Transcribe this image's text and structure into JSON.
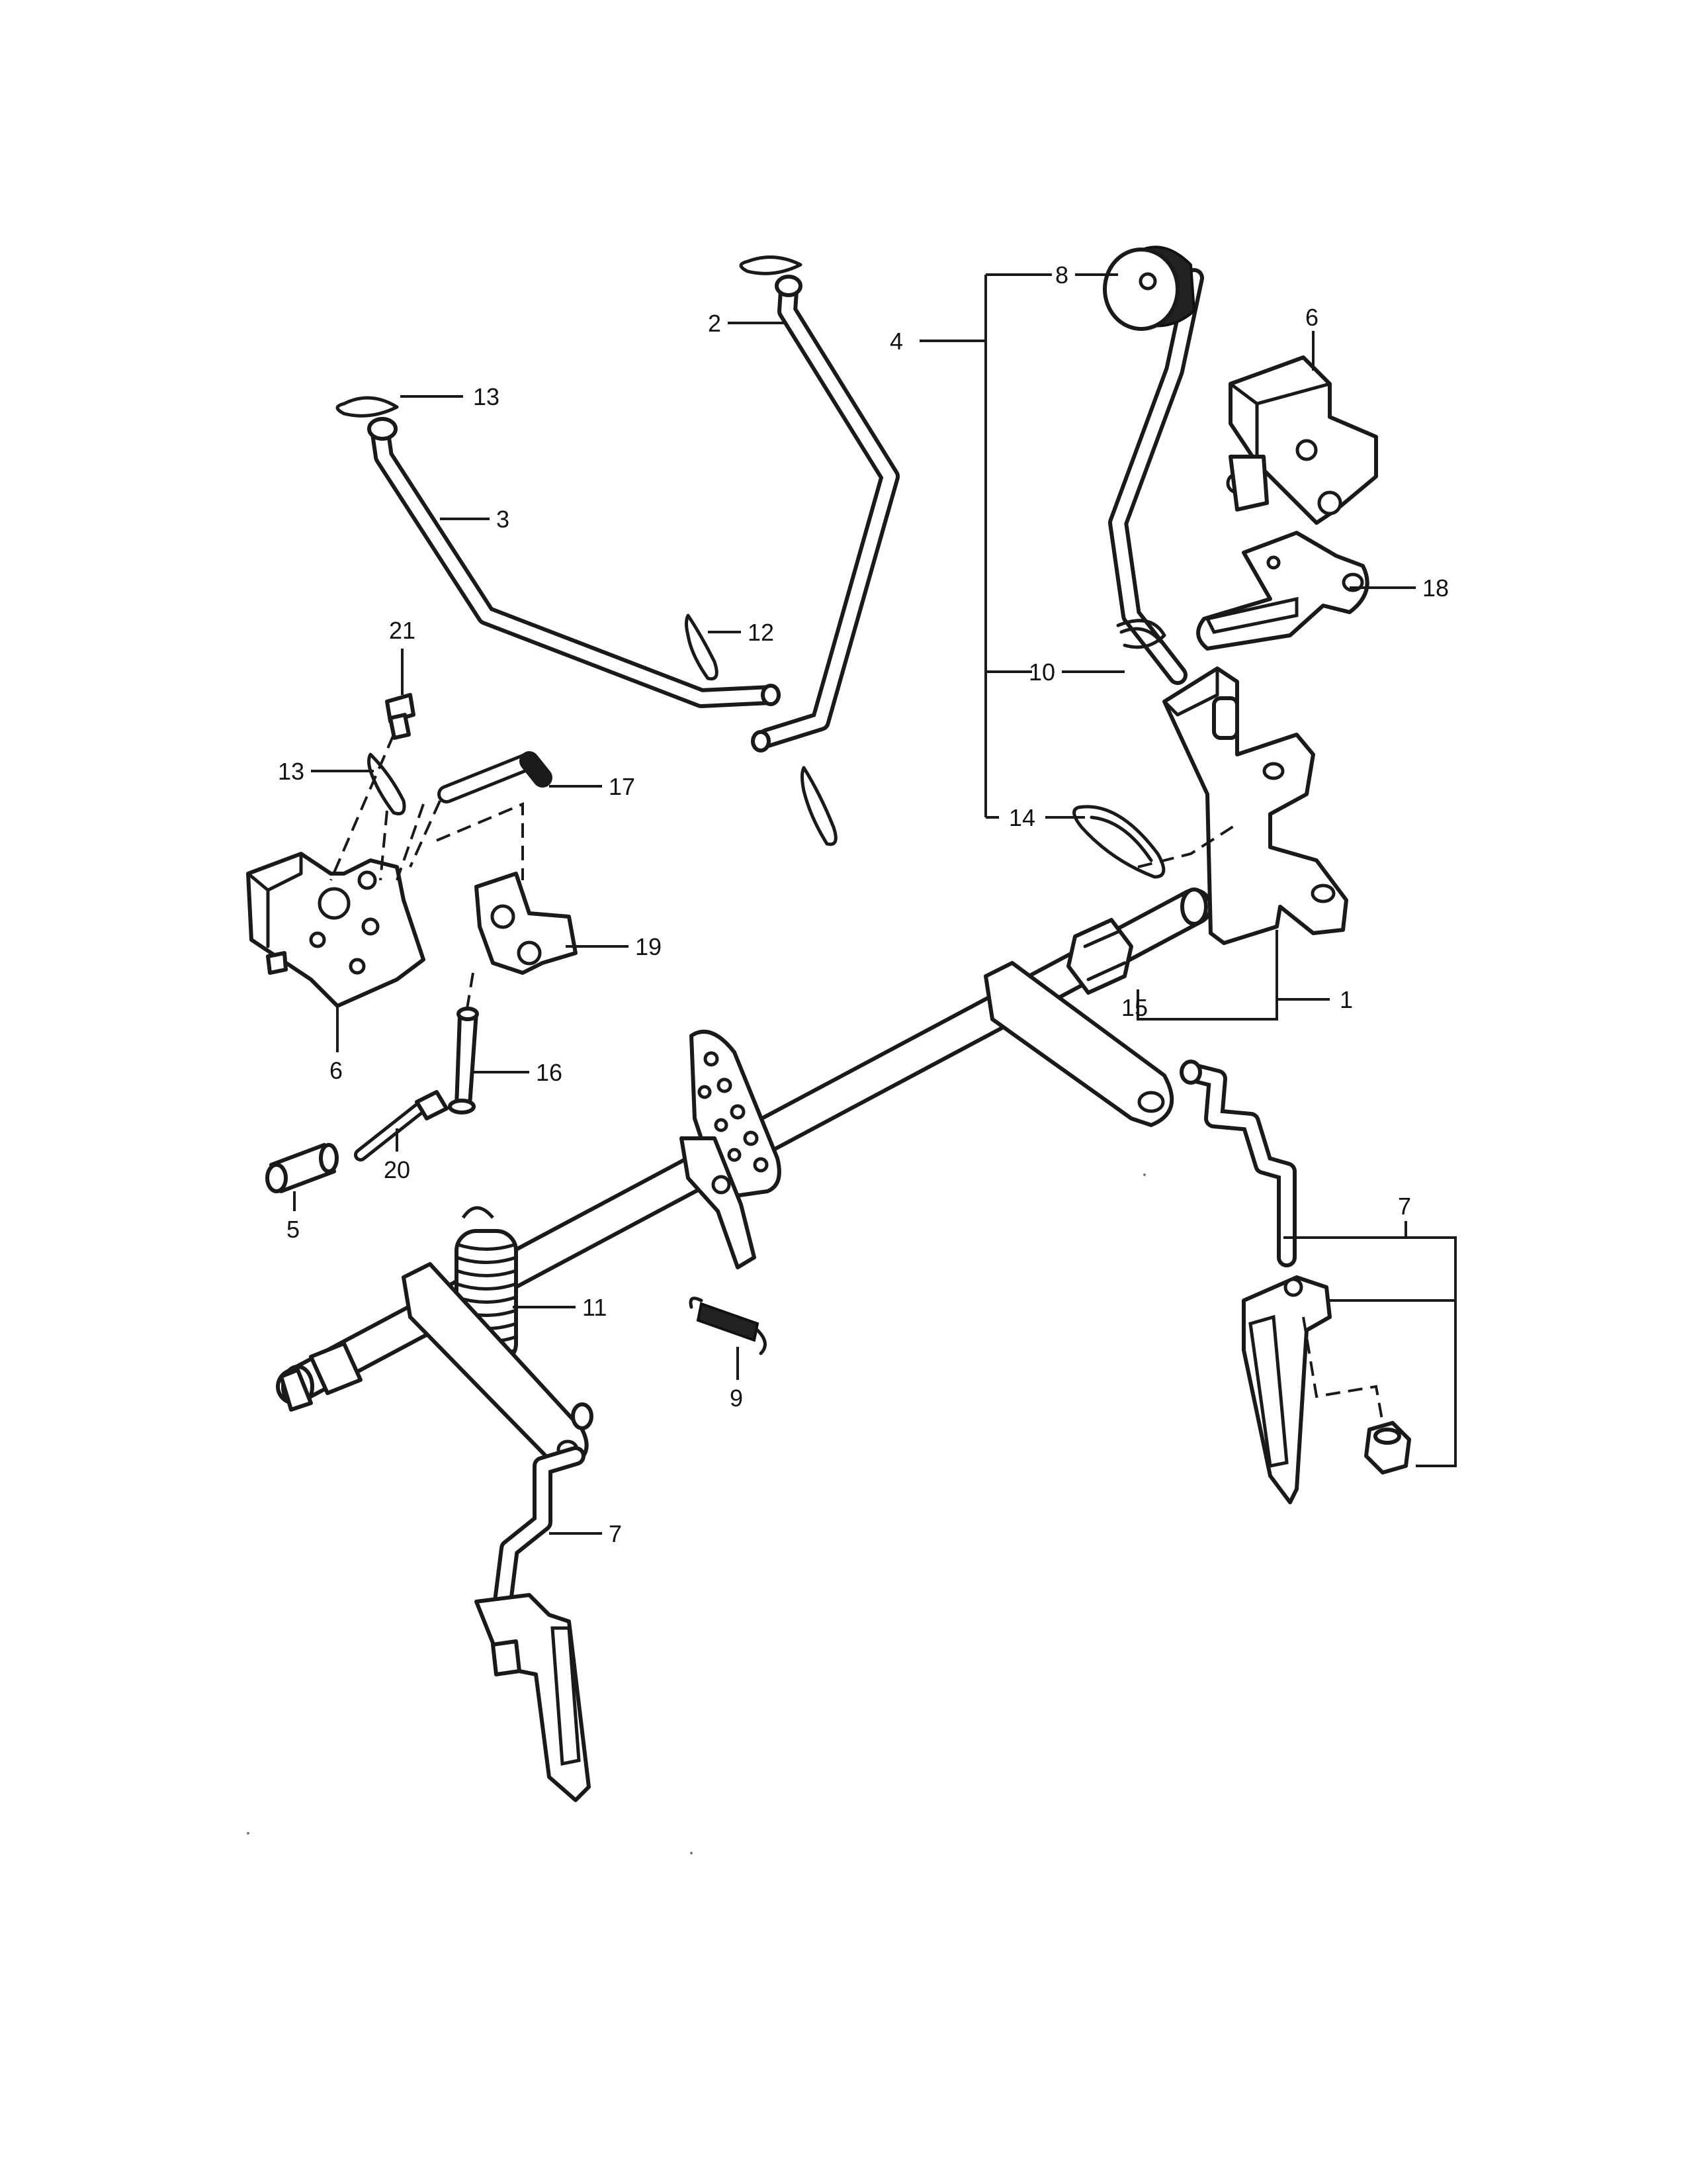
{
  "callouts": {
    "c1": "1",
    "c2": "2",
    "c3": "3",
    "c4": "4",
    "c5": "5",
    "c6a": "6",
    "c6b": "6",
    "c7a": "7",
    "c7b": "7",
    "c8": "8",
    "c9": "9",
    "c10": "10",
    "c11": "11",
    "c12": "12",
    "c13a": "13",
    "c13b": "13",
    "c14": "14",
    "c15": "15",
    "c16": "16",
    "c17": "17",
    "c18": "18",
    "c19": "19",
    "c20": "20",
    "c21": "21"
  }
}
